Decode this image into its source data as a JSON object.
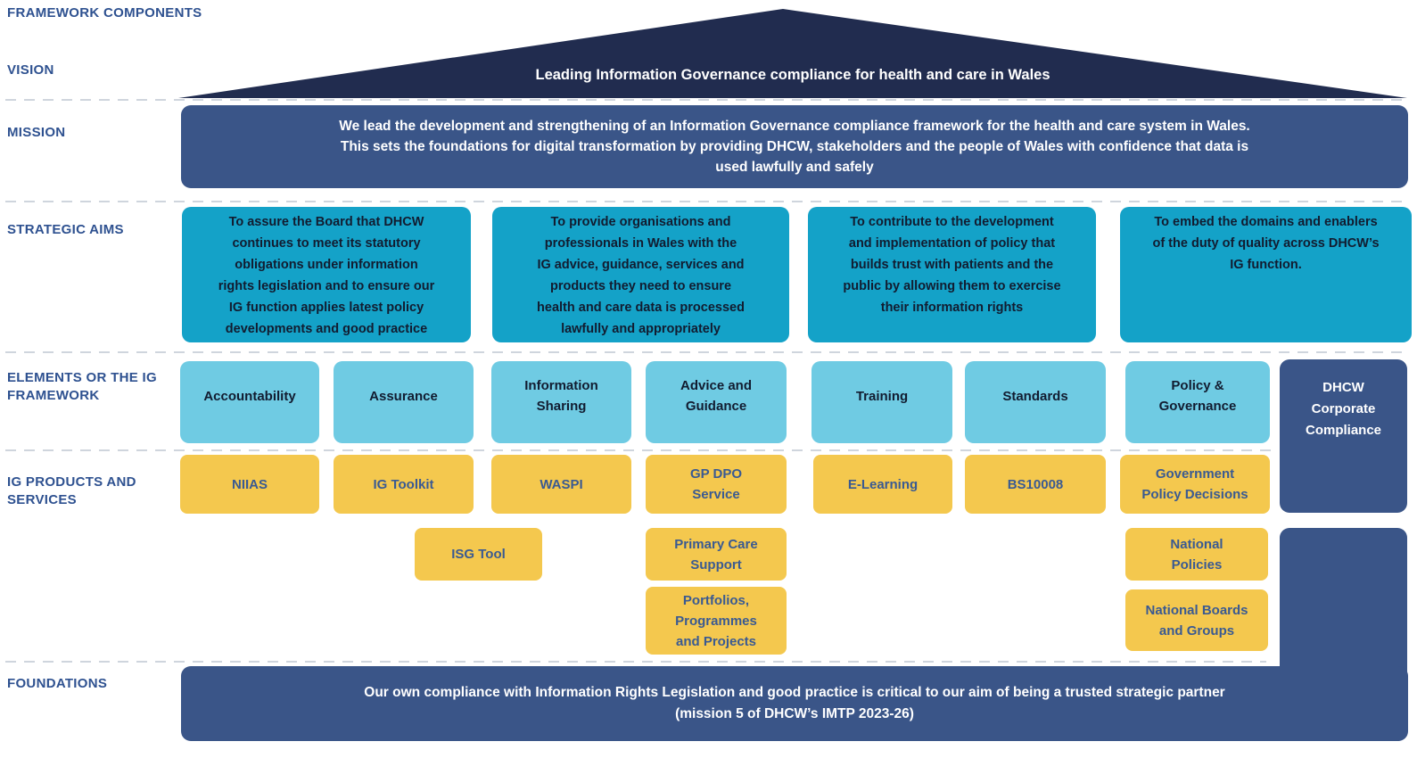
{
  "header": {
    "title": "FRAMEWORK COMPONENTS"
  },
  "rows": {
    "vision": {
      "label": "VISION",
      "statement": "Leading Information Governance compliance for health and care in Wales"
    },
    "mission": {
      "label": "MISSION",
      "statement": "We lead the development and strengthening of an Information Governance compliance framework for the health and care system in Wales.\nThis sets the foundations for digital transformation by providing DHCW, stakeholders and the people of Wales with confidence that data is\nused lawfully and safely"
    },
    "strategic_aims": {
      "label": "STRATEGIC AIMS",
      "aims": [
        "To assure the Board that DHCW\ncontinues to meet its statutory\nobligations under information\nrights legislation and to ensure our\nIG function applies latest policy\ndevelopments and good practice",
        "To provide organisations and\nprofessionals in Wales with the\nIG advice, guidance, services and\nproducts they need to ensure\nhealth and care data is processed\nlawfully and appropriately",
        "To contribute to the development\nand implementation of policy that\nbuilds trust with patients and the\npublic by allowing them to exercise\ntheir information rights",
        "To embed the domains and enablers\nof the duty of quality across DHCW’s\nIG function."
      ]
    },
    "elements": {
      "label": "ELEMENTS OR THE IG\nFRAMEWORK",
      "items": [
        "Accountability",
        "Assurance",
        "Information\nSharing",
        "Advice and\nGuidance",
        "Training",
        "Standards",
        "Policy &\nGovernance"
      ],
      "corporate_compliance": "DHCW\nCorporate\nCompliance"
    },
    "products": {
      "label": "IG PRODUCTS AND\nSERVICES",
      "row1": [
        "NIIAS",
        "IG Toolkit",
        "WASPI",
        "GP DPO\nService",
        "E-Learning",
        "BS10008",
        "Government\nPolicy Decisions"
      ],
      "row2": [
        "ISG Tool",
        "Primary Care\nSupport",
        "National\nPolicies"
      ],
      "row3": [
        "Portfolios,\nProgrammes\nand Projects",
        "National Boards\nand Groups"
      ]
    },
    "foundations": {
      "label": "FOUNDATIONS",
      "statement": "Our own compliance with Information Rights Legislation and good practice is critical to our aim of being a trusted strategic partner\n(mission 5 of DHCW’s IMTP 2023-26)"
    }
  },
  "colors": {
    "roof_navy": "#212c4f",
    "banner_navy": "#3a5588",
    "aim_teal": "#14a2c8",
    "element_blue": "#6fcbe3",
    "product_yellow": "#f4c84e",
    "label_navy": "#2e5190",
    "product_text_navy": "#3a5a92",
    "dark_text": "#121c30",
    "separator_gray": "#cfd5dd"
  }
}
